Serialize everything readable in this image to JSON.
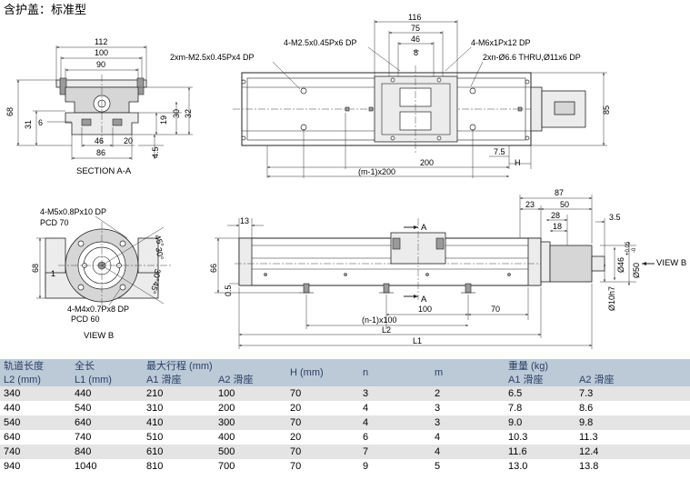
{
  "drawing": {
    "title": "含护盖：标准型",
    "section_aa": {
      "label": "SECTION A-A",
      "dims": [
        "112",
        "100",
        "90",
        "68",
        "31",
        "6",
        "46",
        "20",
        "86",
        "4.5",
        "19",
        "30",
        "32"
      ]
    },
    "top_view": {
      "callouts": {
        "m25": "2xm-M2.5x0.45Px4 DP",
        "m25b": "4-M2.5x0.45Px6 DP",
        "m6": "4-M6x1Px12 DP",
        "thru": "2xn-Ø6.6 THRU,Ø11x6 DP"
      },
      "dims": [
        "116",
        "75",
        "46",
        "8",
        "85",
        "7.5",
        "H",
        "200",
        "(m-1)x200"
      ]
    },
    "view_b": {
      "label": "VIEW B",
      "callouts": {
        "m5": "4-M5x0.8Px10 DP",
        "pcd70": "PCD 70",
        "m4": "4-M4x0.7Px8 DP",
        "pcd60": "PCD 60"
      },
      "dims": [
        "68",
        "1",
        "45°",
        "30°",
        "30°",
        "45°"
      ]
    },
    "front_view": {
      "labels": {
        "a_top": "A",
        "a_bottom": "A",
        "view_b": "VIEW B"
      },
      "dims": [
        "13",
        "66",
        "0.5",
        "100",
        "70",
        "(n-1)x100",
        "L2",
        "L1",
        "87",
        "23",
        "50",
        "28",
        "18",
        "3.5",
        "Ø46",
        "Ø50",
        "+0.05",
        "-0",
        "Ø10h7"
      ]
    }
  },
  "table": {
    "header1": [
      "轨道长度",
      "全长",
      "最大行程 (mm)",
      "H (mm)",
      "n",
      "m",
      "重量 (kg)"
    ],
    "header2": [
      "L2 (mm)",
      "L1 (mm)",
      "A1 滑座",
      "A2 滑座",
      "A1 滑座",
      "A2 滑座"
    ],
    "rows": [
      [
        "340",
        "440",
        "210",
        "100",
        "70",
        "3",
        "2",
        "6.5",
        "7.3"
      ],
      [
        "440",
        "540",
        "310",
        "200",
        "20",
        "4",
        "3",
        "7.8",
        "8.6"
      ],
      [
        "540",
        "640",
        "410",
        "300",
        "70",
        "4",
        "3",
        "9.0",
        "9.8"
      ],
      [
        "640",
        "740",
        "510",
        "400",
        "20",
        "6",
        "4",
        "10.3",
        "11.3"
      ],
      [
        "740",
        "840",
        "610",
        "500",
        "70",
        "7",
        "4",
        "11.6",
        "12.4"
      ],
      [
        "940",
        "1040",
        "810",
        "700",
        "70",
        "9",
        "5",
        "13.0",
        "13.8"
      ]
    ]
  },
  "colors": {
    "header_bg": "#bcc9d7",
    "header_text": "#2a3f63",
    "row_alt": "#e4e4e4"
  }
}
